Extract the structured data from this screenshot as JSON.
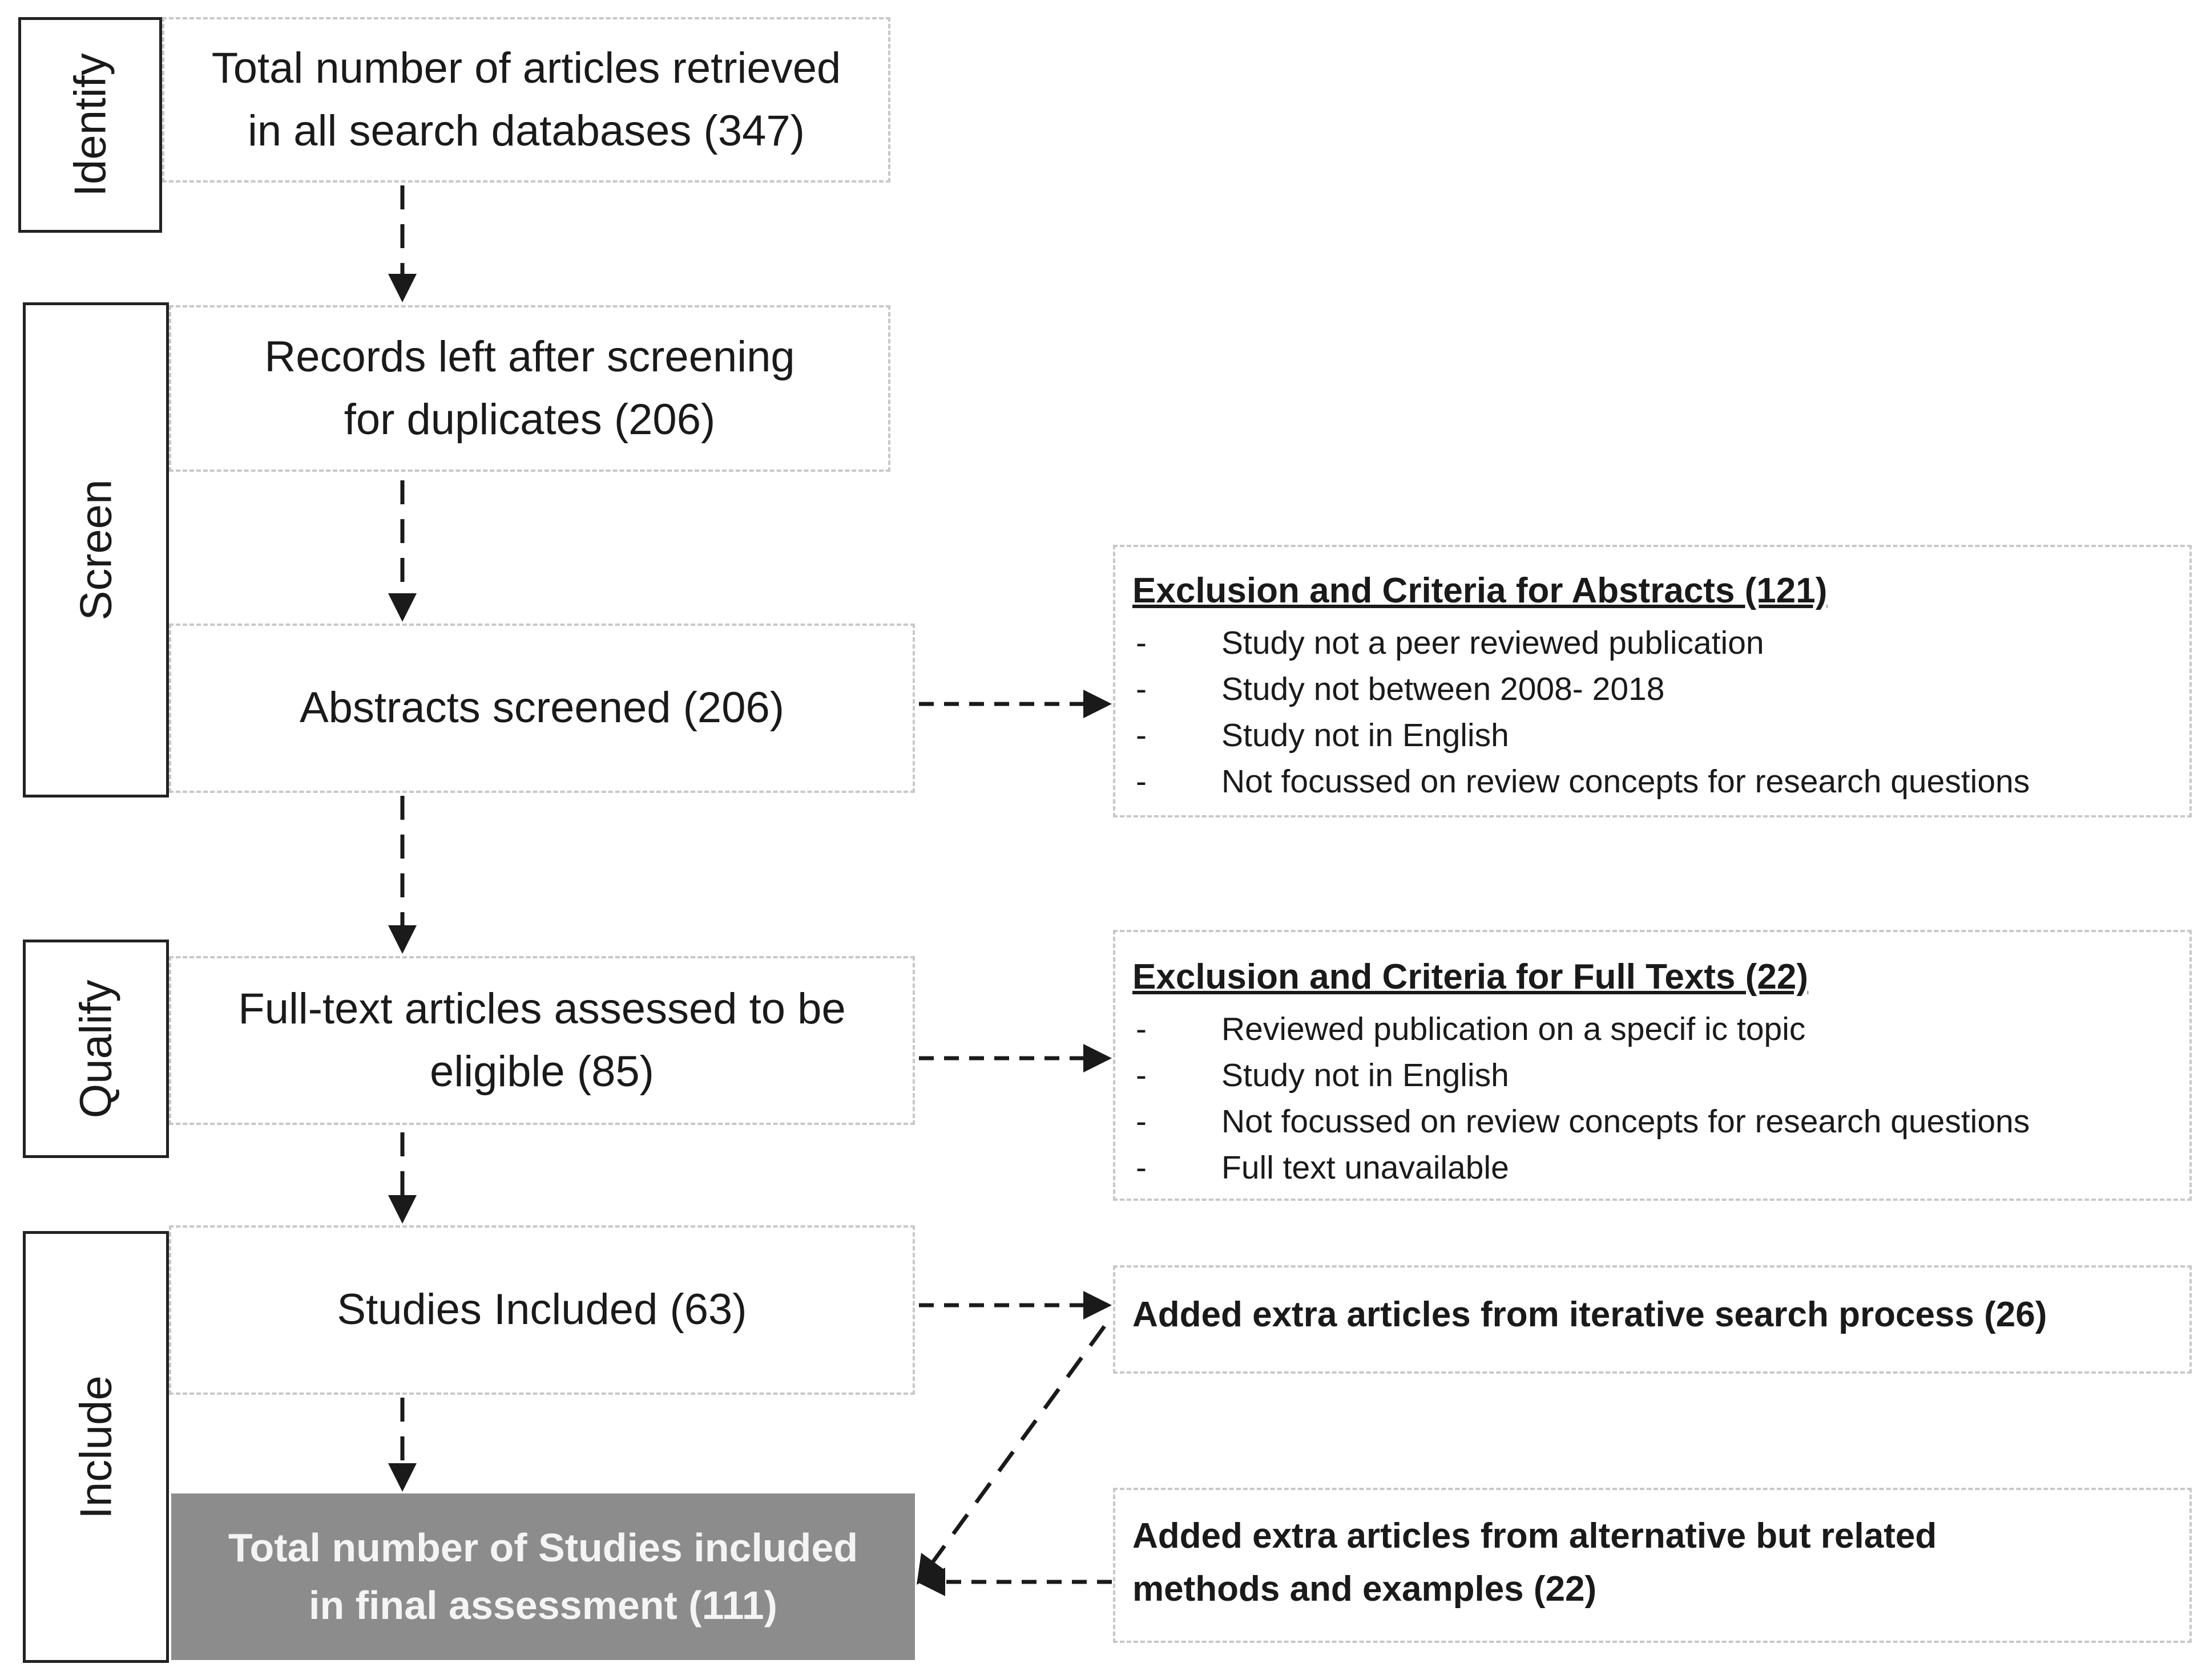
{
  "stages": {
    "identify": "Identify",
    "screen": "Screen",
    "qualify": "Qualify",
    "include": "Include"
  },
  "boxes": {
    "retrieved": [
      "Total number of articles retrieved",
      "in all search databases (347)"
    ],
    "duplicates": [
      "Records left after screening",
      "for duplicates (206)"
    ],
    "abstracts": [
      "Abstracts screened (206)"
    ],
    "fulltext": [
      "Full-text articles assessed to be",
      "eligible (85)"
    ],
    "included": [
      "Studies Included (63)"
    ],
    "final": [
      "Total number of Studies included",
      "in final assessment (111)"
    ]
  },
  "exclusion_abstracts": {
    "title": "Exclusion and Criteria for Abstracts (121)",
    "bullet": "-",
    "items": [
      "Study not a peer reviewed publication",
      "Study not between 2008- 2018",
      "Study not in English",
      "Not focussed on review concepts for research questions"
    ]
  },
  "exclusion_fulltext": {
    "title": "Exclusion and Criteria for Full Texts (22)",
    "bullet": "-",
    "items": [
      "Reviewed publication on a specif ic topic",
      "Study not in English",
      "Not focussed on review concepts for research questions",
      "Full text unavailable"
    ]
  },
  "added_iterative": [
    "Added extra articles from iterative search process (26)"
  ],
  "added_alternative": [
    "Added extra articles from alternative but related",
    "methods and examples (22)"
  ],
  "colors": {
    "stage_border": "#222222",
    "box_border": "#c8c8c8",
    "final_fill": "#8c8c8c",
    "final_text": "#f4f4f4",
    "arrow": "#1a1a1a"
  }
}
